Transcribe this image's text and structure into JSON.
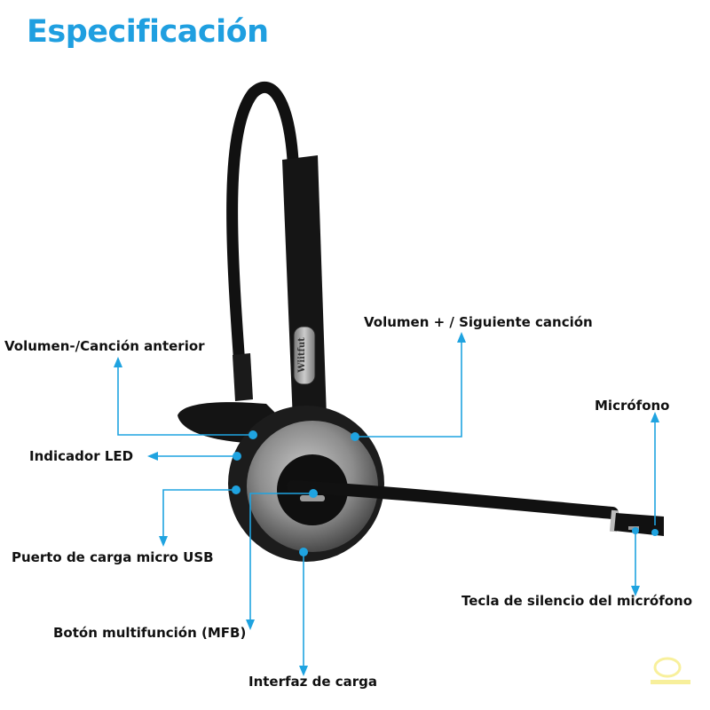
{
  "title": "Especificación",
  "brand_on_slider": "Wiitfut",
  "accent_color": "#1fa3e0",
  "labels": {
    "volume_down": "Volumen-/Canción anterior",
    "volume_up": "Volumen + / Siguiente canción",
    "microphone": "Micrófono",
    "led": "Indicador LED",
    "usb_port": "Puerto de carga micro USB",
    "mfb": "Botón multifunción (MFB)",
    "charging_interface": "Interfaz de carga",
    "mute_key": "Tecla de silencio del micrófono"
  }
}
